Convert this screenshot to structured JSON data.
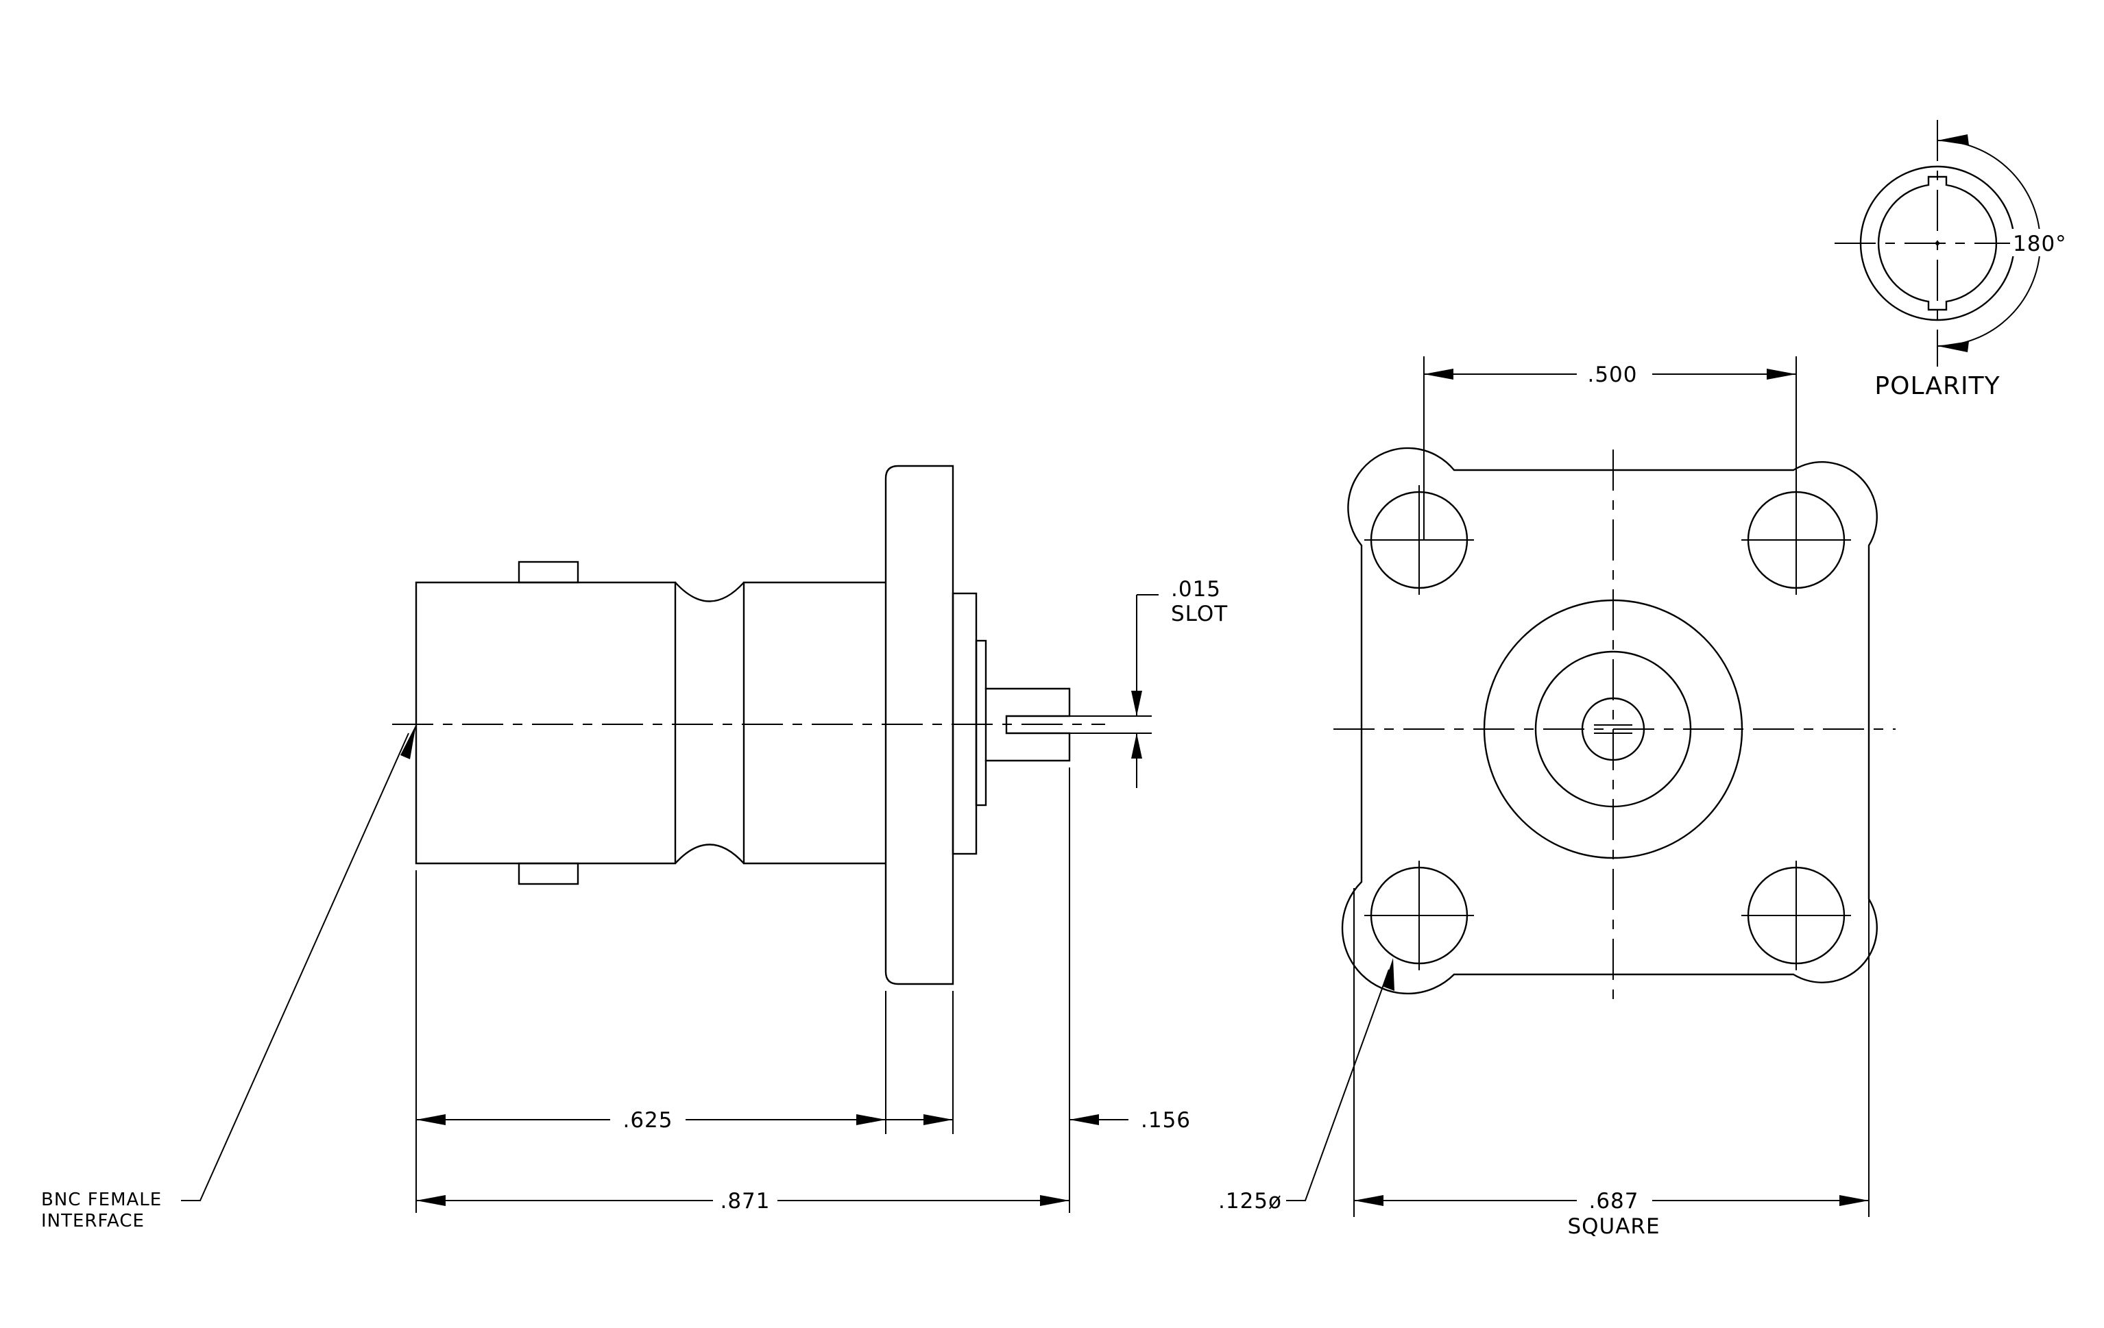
{
  "dimensions": {
    "slot_value": ".015",
    "slot_label": "SLOT",
    "body_length": ".625",
    "flange_thickness": ".156",
    "overall_length": ".871",
    "hole_spacing": ".500",
    "flange_square": ".687",
    "flange_square_label": "SQUARE",
    "hole_diameter": ".125ø"
  },
  "notes": {
    "interface_line1": "BNC FEMALE",
    "interface_line2": "INTERFACE"
  },
  "polarity": {
    "angle": "180°",
    "label": "POLARITY"
  }
}
